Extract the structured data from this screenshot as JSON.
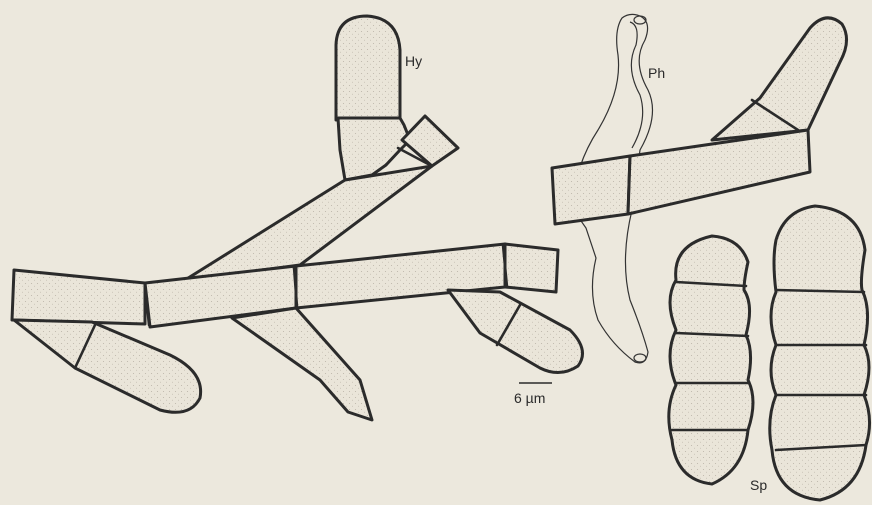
{
  "labels": {
    "hyphae": "Hy",
    "paraphysis": "Ph",
    "spores": "Sp",
    "scale_bar": "6 µm"
  },
  "colors": {
    "paper": "#ece8dd",
    "ink": "#2b2b2b",
    "stipple": "#b9b3a6"
  }
}
